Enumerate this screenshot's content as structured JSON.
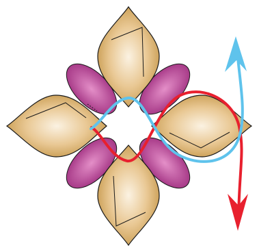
{
  "diagram": {
    "colors": {
      "background": "#ffffff",
      "orbital_lobe_outer": "#c79a4e",
      "orbital_lobe_inner": "#fbf2e2",
      "orbital_outline": "#1a1a1a",
      "pi_lobe_outer": "#9c2a7c",
      "pi_lobe_inner": "#e48fc8",
      "red_wave": "#e8202e",
      "blue_wave": "#5fc3ec"
    },
    "elements": {
      "d_orbital": "d-orbital",
      "p_orbital": "p-orbital",
      "red_wave": "red-wave",
      "blue_wave": "blue-wave",
      "red_arrow": "red-arrow",
      "blue_arrow": "blue-arrow"
    }
  }
}
